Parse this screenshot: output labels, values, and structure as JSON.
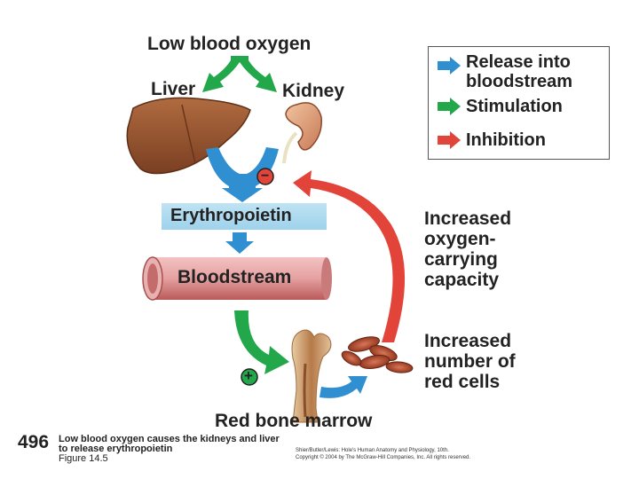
{
  "diagram": {
    "top_label": "Low blood oxygen",
    "liver_label": "Liver",
    "kidney_label": "Kidney",
    "hormone_label": "Erythropoietin",
    "bloodstream_label": "Bloodstream",
    "marrow_label": "Red bone marrow",
    "increased_capacity_label": [
      "Increased",
      "oxygen-",
      "carrying",
      "capacity"
    ],
    "increased_cells_label": [
      "Increased",
      "number of",
      "red cells"
    ],
    "minus_sign": "−",
    "plus_sign": "+"
  },
  "legend": {
    "items": [
      {
        "label_lines": [
          "Release into",
          "bloodstream"
        ],
        "color": "#2f8fd0"
      },
      {
        "label_lines": [
          "Stimulation"
        ],
        "color": "#22a84a"
      },
      {
        "label_lines": [
          "Inhibition"
        ],
        "color": "#e2443a"
      }
    ]
  },
  "caption": {
    "page_number": "496",
    "line1": "Low blood oxygen causes the kidneys and liver",
    "line2": "to release erythropoietin",
    "figure": "Figure 14.5"
  },
  "credit": {
    "line1": "Shier/Butler/Lewis: Hole's Human Anatomy and Physiology, 10th.",
    "line2": "Copyright © 2004 by The McGraw-Hill Companies, Inc. All rights reserved."
  },
  "colors": {
    "blue_arrow": "#2f8fd0",
    "green_arrow": "#22a84a",
    "red_arrow": "#e2443a",
    "liver": "#9b5a33",
    "bloodstream": "#d98a8a"
  }
}
